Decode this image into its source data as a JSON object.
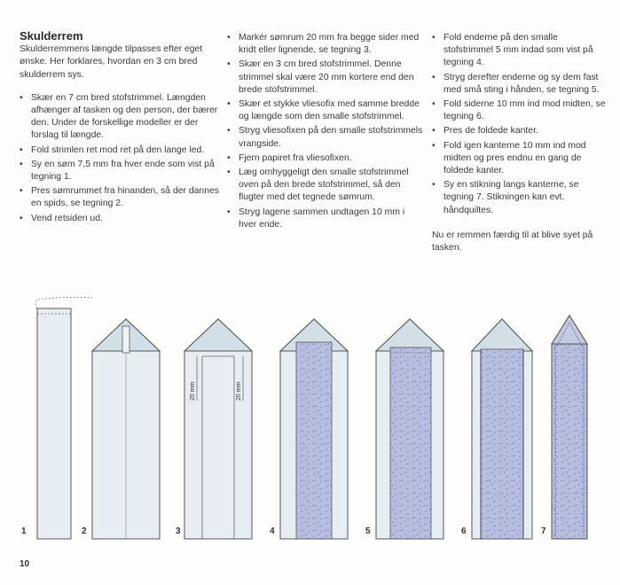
{
  "col1": {
    "title": "Skulderrem",
    "intro": "Skulderremmens længde tilpasses efter eget ønske. Her forklares, hvordan en 3 cm bred skulderrem sys.",
    "items": [
      "Skær en 7 cm bred stofstrimmel. Længden afhænger af tasken og den person, der bærer den. Under de forskellige modeller er der forslag til længde.",
      "Fold strimlen ret mod ret på den lange led.",
      "Sy en søm 7,5 mm fra hver ende som vist på tegning 1.",
      "Pres sømrummet fra hinanden, så der dannes en spids, se tegning 2.",
      "Vend retsiden ud."
    ]
  },
  "col2": {
    "items": [
      "Markér sømrum 20 mm fra begge sider med kridt eller lignende, se tegning 3.",
      "Skær en 3 cm bred stofstrimmel. Denne strimmel skal være 20 mm kortere end den brede stofstrimmel.",
      "Skær et stykke vliesofix med samme bredde og længde som den smalle stofstrimmel.",
      "Stryg vliesofixen på den smalle stofstrimmels vrangside.",
      "Fjern papiret fra vliesofixen.",
      "Læg omhyggeligt den smalle stofstrimmel oven på den brede stofstrimmel, så den flugter med det tegnede sømrum.",
      "Stryg lagene sammen undtagen 10 mm i hver ende."
    ]
  },
  "col3": {
    "items": [
      "Fold enderne på den smalle stofstrimmel 5 mm indad som vist på tegning 4.",
      "Stryg derefter enderne og sy dem fast med små sting i hånden, se tegning 5.",
      "Fold siderne 10 mm ind mod midten, se tegning 6.",
      "Pres de foldede kanter.",
      "Fold igen kanterne 10 mm ind mod midten og pres endnu en gang de foldede kanter.",
      "Sy en stikning langs kanterne, se tegning 7. Stikningen kan evt. håndquiltes."
    ],
    "closing": "Nu er remmen færdig til at blive syet på tasken."
  },
  "figures": {
    "numbers": [
      "1",
      "2",
      "3",
      "4",
      "5",
      "6",
      "7"
    ],
    "dim_label": "20 mm",
    "colors": {
      "fabric": "#e6eef3",
      "fabric_shade": "#d3dfe7",
      "vliesofix": "#b8bedf",
      "outline": "#555555"
    }
  },
  "page_number": "10"
}
